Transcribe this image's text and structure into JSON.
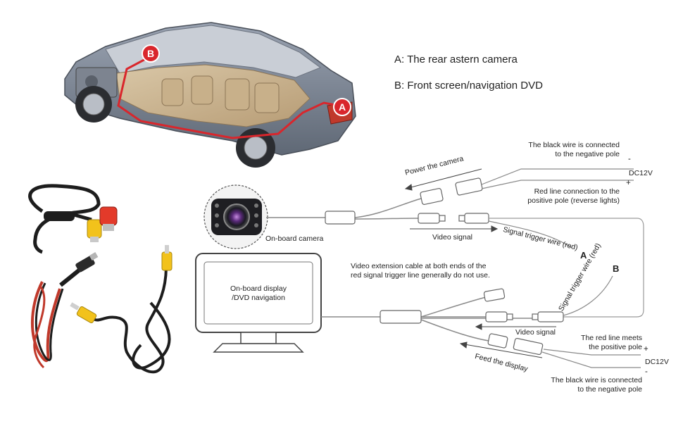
{
  "legend": {
    "a": "A: The rear astern camera",
    "b": "B: Front screen/navigation DVD"
  },
  "car": {
    "marker_a": "A",
    "marker_b": "B"
  },
  "camera": {
    "label": "On-board camera"
  },
  "display": {
    "screen_text_1": "On-board display",
    "screen_text_2": "/DVD navigation"
  },
  "top_wiring": {
    "black_wire_1": "The black wire is connected",
    "black_wire_2": "to the negative pole",
    "minus": "-",
    "plus": "+",
    "dc": "DC12V",
    "power_camera": "Power the camera",
    "red_line_1": "Red line connection to the",
    "red_line_2": "positive pole (reverse lights)",
    "video_signal": "Video signal",
    "trigger_wire_a": "Signal trigger wire (red)",
    "point_a": "A"
  },
  "extension": {
    "note_1": "Video extension cable at both ends of the",
    "note_2": "red signal trigger line generally do not use.",
    "trigger_wire_b": "Signal trigger wire (red)",
    "point_b": "B"
  },
  "bottom_wiring": {
    "video_signal": "Video signal",
    "red_meets_1": "The red line meets",
    "red_meets_2": "the positive pole",
    "plus": "+",
    "minus": "-",
    "dc": "DC12V",
    "feed_display": "Feed the display",
    "black_wire_1": "The black wire is connected",
    "black_wire_2": "to the negative pole"
  },
  "colors": {
    "red_marker": "#d9262c",
    "wire_grey": "#9a9a9a",
    "dark": "#2a2a2a",
    "rca_yellow": "#f2c21b",
    "red_plug": "#e33a2a"
  }
}
